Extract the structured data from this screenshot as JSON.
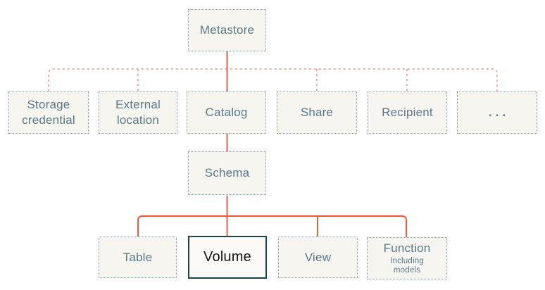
{
  "diagram": {
    "description": "Metastore object hierarchy diagram",
    "nodes": {
      "metastore": {
        "label": "Metastore"
      },
      "storage_credential": {
        "label": "Storage credential"
      },
      "external_location": {
        "label": "External location"
      },
      "catalog": {
        "label": "Catalog"
      },
      "share": {
        "label": "Share"
      },
      "recipient": {
        "label": "Recipient"
      },
      "ellipsis": {
        "label": "..."
      },
      "schema": {
        "label": "Schema"
      },
      "table": {
        "label": "Table"
      },
      "volume": {
        "label": "Volume"
      },
      "view": {
        "label": "View"
      },
      "function": {
        "label": "Function",
        "sublabel": "Including models"
      }
    },
    "highlighted_node": "volume",
    "edges": [
      {
        "from": "metastore",
        "to": "storage_credential",
        "style": "dashed"
      },
      {
        "from": "metastore",
        "to": "external_location",
        "style": "dashed"
      },
      {
        "from": "metastore",
        "to": "catalog",
        "style": "solid"
      },
      {
        "from": "metastore",
        "to": "share",
        "style": "dashed"
      },
      {
        "from": "metastore",
        "to": "recipient",
        "style": "dashed"
      },
      {
        "from": "metastore",
        "to": "ellipsis",
        "style": "dashed"
      },
      {
        "from": "catalog",
        "to": "schema",
        "style": "solid"
      },
      {
        "from": "schema",
        "to": "table",
        "style": "solid"
      },
      {
        "from": "schema",
        "to": "volume",
        "style": "solid"
      },
      {
        "from": "schema",
        "to": "view",
        "style": "solid"
      },
      {
        "from": "schema",
        "to": "function",
        "style": "solid"
      }
    ],
    "colors": {
      "solid_connector": "#f2573d",
      "dashed_connector": "#f6a092",
      "node_fill": "#f6f5f0",
      "node_border": "#84a0ae",
      "node_text": "#587888",
      "highlight_border": "#1b4354",
      "highlight_text": "#141414",
      "background": "#ffffff"
    }
  }
}
